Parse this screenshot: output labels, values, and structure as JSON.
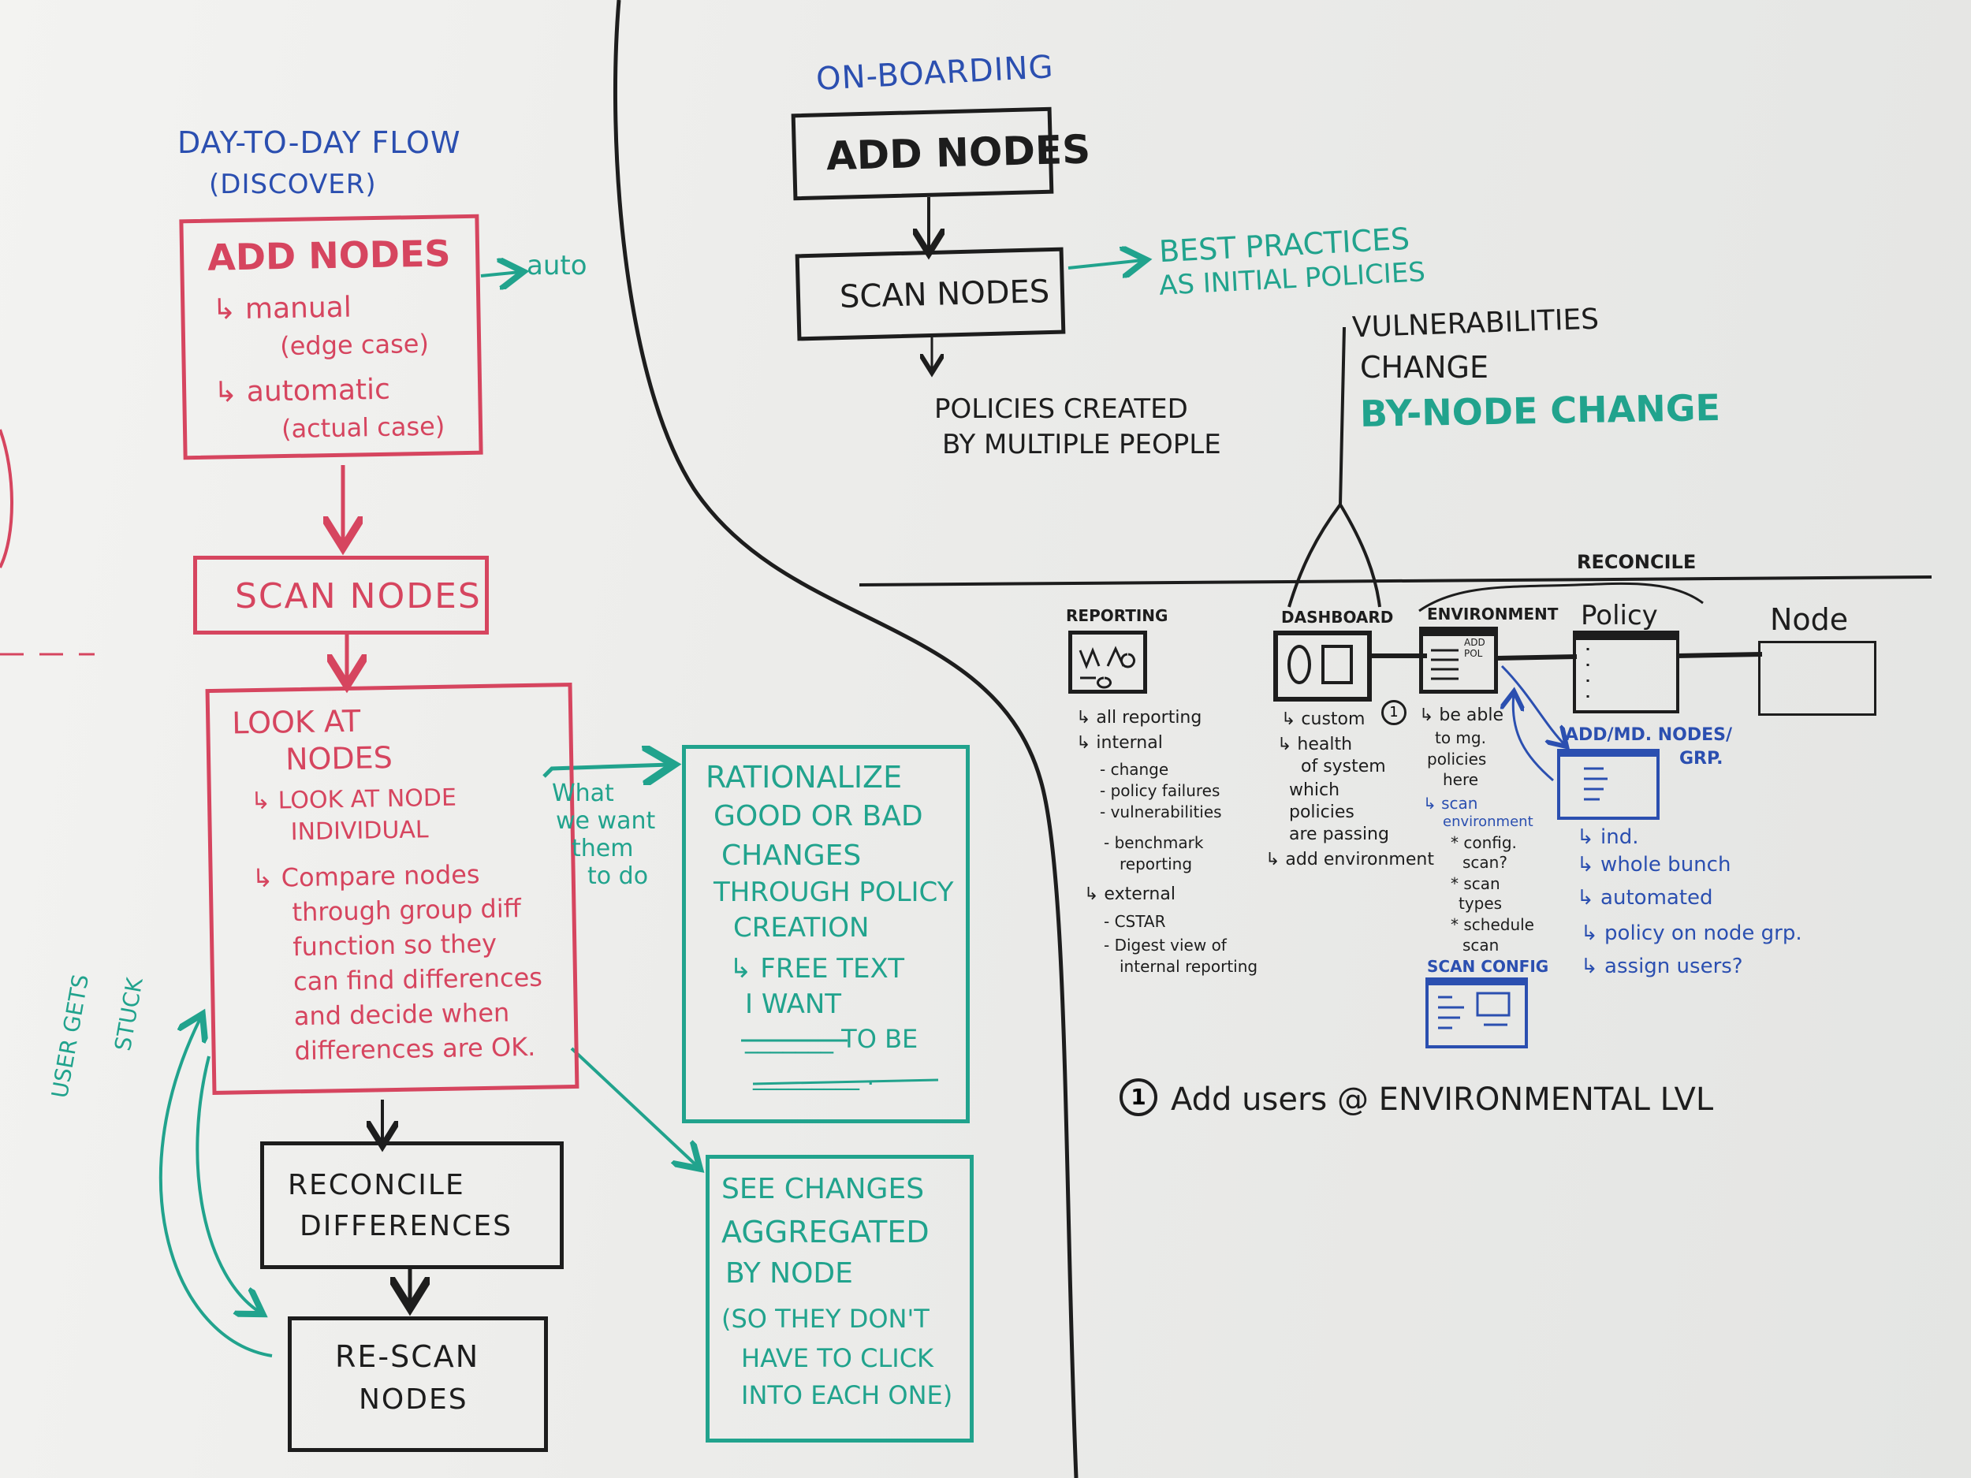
{
  "day_flow": {
    "title": "DAY-TO-DAY FLOW",
    "subtitle": "(DISCOVER)",
    "add_nodes": {
      "heading": "ADD NODES",
      "lines": [
        "↳ manual",
        "(edge case)",
        "↳ automatic",
        "(actual case)"
      ]
    },
    "auto_label": "auto",
    "scan_nodes": "SCAN NODES",
    "look_at_nodes": {
      "heading_1": "LOOK AT",
      "heading_2": "NODES",
      "lines": [
        "↳ LOOK AT NODE",
        "INDIVIDUAL",
        "↳ Compare nodes",
        "through group diff",
        "function so they",
        "can find differences",
        "and decide when",
        "differences are OK."
      ]
    },
    "arrow_note": [
      "What",
      "we want",
      "them",
      "to do"
    ],
    "rationalize": {
      "lines": [
        "RATIONALIZE",
        "GOOD OR BAD",
        "CHANGES",
        "THROUGH POLICY",
        "CREATION",
        "↳ FREE TEXT",
        "I WANT",
        "_______ TO BE",
        "_________ ."
      ]
    },
    "see_changes": {
      "lines": [
        "SEE CHANGES",
        "AGGREGATED",
        "BY NODE",
        "(SO THEY DON'T",
        "HAVE TO CLICK",
        "INTO EACH ONE)"
      ]
    },
    "reconcile": [
      "RECONCILE",
      "DIFFERENCES"
    ],
    "rescan": [
      "RE-SCAN",
      "NODES"
    ],
    "stuck_label": [
      "USER GETS",
      "STUCK"
    ]
  },
  "onboarding": {
    "title": "ON-BOARDING",
    "add_nodes": "ADD NODES",
    "scan_nodes": "SCAN NODES",
    "best_practices": [
      "BEST PRACTICES",
      "AS INITIAL POLICIES"
    ],
    "policies": [
      "POLICIES CREATED",
      "BY MULTIPLE PEOPLE"
    ],
    "vuln": [
      "VULNERABILITIES",
      "CHANGE"
    ],
    "by_node": "BY-NODE CHANGE"
  },
  "nav": {
    "reconcile": "RECONCILE",
    "reporting": {
      "label": "REPORTING",
      "notes": [
        "↳ all reporting",
        "↳ internal",
        "- change",
        "- policy failures",
        "- vulnerabilities",
        "- benchmark",
        "reporting",
        "↳ external",
        "- CSTAR",
        "- Digest view of",
        "internal reporting"
      ]
    },
    "dashboard": {
      "label": "DASHBOARD",
      "notes": [
        "↳ custom",
        "↳ health",
        "of system",
        "which",
        "policies",
        "are passing",
        "↳ add environment"
      ]
    },
    "environment": {
      "label": "ENVIRONMENT",
      "inner": [
        "ADD",
        "POL"
      ],
      "marker": "1",
      "notes": [
        "↳ be able",
        "to mg.",
        "policies",
        "here",
        "↳ scan",
        "environment",
        "* config.",
        "scan?",
        "* scan",
        "types",
        "* schedule",
        "scan"
      ],
      "scan_config": "SCAN CONFIG"
    },
    "policy": {
      "label": "Policy"
    },
    "node": {
      "label": "Node"
    },
    "add_panel": {
      "label": [
        "ADD/MD. NODES/",
        "GRP."
      ],
      "notes": [
        "↳ ind.",
        "↳ whole bunch",
        "↳ automated",
        "↳ policy on node grp.",
        "↳ assign users?"
      ]
    },
    "footnote": {
      "marker": "1",
      "text": "Add users @ ENVIRONMENTAL LVL"
    }
  },
  "colors": {
    "red": "#d6455f",
    "teal": "#21a38d",
    "blue": "#2b4fb0",
    "ink": "#1d1d1d"
  }
}
